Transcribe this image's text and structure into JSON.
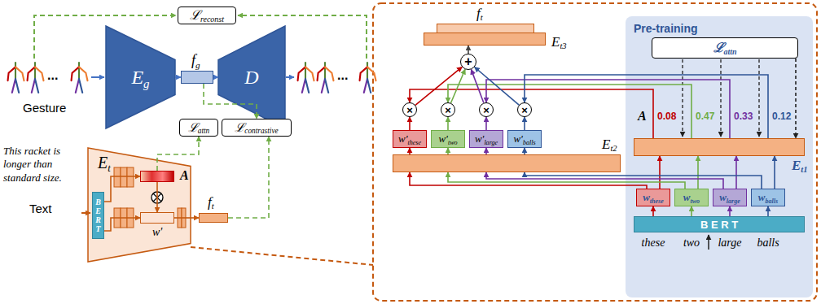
{
  "diagram": {
    "nodes": [
      {
        "text": [
          "ℒ",
          "reconst"
        ]
      },
      {
        "text": [
          "E",
          "g"
        ]
      },
      {
        "text": [
          "f",
          "g"
        ]
      },
      {
        "text": [
          "D"
        ]
      },
      {
        "text": [
          "ℒ",
          "attn"
        ]
      },
      {
        "text": [
          "ℒ",
          "contrastive"
        ]
      },
      {
        "text": [
          "E",
          "t"
        ]
      },
      {
        "text": [
          "BERT"
        ],
        "in": 6
      },
      {
        "text": [
          "A"
        ],
        "in": 6
      },
      {
        "text": [
          "w'"
        ],
        "in": 6
      },
      {
        "text": [
          "f",
          "t"
        ]
      },
      {
        "text": [
          "f",
          "t",
          "E",
          "t3"
        ]
      },
      {
        "text": [
          "+"
        ]
      },
      {
        "text": [
          "×"
        ]
      },
      {
        "text": [
          "×"
        ]
      },
      {
        "text": [
          "×"
        ]
      },
      {
        "text": [
          "×"
        ]
      },
      {
        "text": [
          "w'",
          "these"
        ]
      },
      {
        "text": [
          "w'",
          "two"
        ]
      },
      {
        "text": [
          "w'",
          "large"
        ]
      },
      {
        "text": [
          "w'",
          "balls"
        ]
      },
      {
        "text": [
          "E",
          "t2"
        ]
      },
      {
        "text": [
          "Pre-training"
        ]
      },
      {
        "text": [
          "ℒ",
          "attn"
        ],
        "in": 22
      },
      {
        "text": [
          "E",
          "t1"
        ],
        "in": 22
      },
      {
        "text": [
          "w",
          "these"
        ],
        "in": 22
      },
      {
        "text": [
          "w",
          "two"
        ],
        "in": 22
      },
      {
        "text": [
          "w",
          "large"
        ],
        "in": 22
      },
      {
        "text": [
          "w",
          "balls"
        ],
        "in": 22
      },
      {
        "text": [
          "B E R T"
        ],
        "in": 22
      }
    ],
    "edges": [
      {
        "from": 1,
        "to": 2,
        "arrow": "to"
      },
      {
        "from": 2,
        "to": 3,
        "arrow": "to"
      },
      {
        "from": 2,
        "to": 5,
        "arrow": "to"
      },
      {
        "from": 8,
        "to": 4,
        "arrow": "to"
      },
      {
        "from": 10,
        "to": 5,
        "arrow": "to"
      },
      {
        "from": 7,
        "to": 8,
        "arrow": "to"
      },
      {
        "from": 7,
        "to": 9,
        "arrow": "to"
      },
      {
        "from": 8,
        "to": 9,
        "arrow": "to"
      },
      {
        "from": 9,
        "to": 10,
        "arrow": "to"
      },
      {
        "from": 29,
        "to": 25,
        "arrow": "to"
      },
      {
        "from": 29,
        "to": 26,
        "arrow": "to"
      },
      {
        "from": 29,
        "to": 27,
        "arrow": "to"
      },
      {
        "from": 29,
        "to": 28,
        "arrow": "to"
      },
      {
        "from": 25,
        "to": 24,
        "arrow": "to"
      },
      {
        "from": 26,
        "to": 24,
        "arrow": "to"
      },
      {
        "from": 27,
        "to": 24,
        "arrow": "to"
      },
      {
        "from": 28,
        "to": 24,
        "arrow": "to"
      },
      {
        "from": 23,
        "to": 24,
        "arrow": "to"
      },
      {
        "from": 24,
        "to": 13,
        "arrow": "to"
      },
      {
        "from": 24,
        "to": 14,
        "arrow": "to"
      },
      {
        "from": 24,
        "to": 15,
        "arrow": "to"
      },
      {
        "from": 24,
        "to": 16,
        "arrow": "to"
      },
      {
        "from": 25,
        "to": 21,
        "arrow": "to"
      },
      {
        "from": 26,
        "to": 21,
        "arrow": "to"
      },
      {
        "from": 27,
        "to": 21,
        "arrow": "to"
      },
      {
        "from": 28,
        "to": 21,
        "arrow": "to"
      },
      {
        "from": 21,
        "to": 17,
        "arrow": "to"
      },
      {
        "from": 21,
        "to": 18,
        "arrow": "to"
      },
      {
        "from": 21,
        "to": 19,
        "arrow": "to"
      },
      {
        "from": 21,
        "to": 20,
        "arrow": "to"
      },
      {
        "from": 17,
        "to": 13,
        "arrow": "to"
      },
      {
        "from": 18,
        "to": 14,
        "arrow": "to"
      },
      {
        "from": 19,
        "to": 15,
        "arrow": "to"
      },
      {
        "from": 20,
        "to": 16,
        "arrow": "to"
      },
      {
        "from": 13,
        "to": 12,
        "arrow": "to"
      },
      {
        "from": 14,
        "to": 12,
        "arrow": "to"
      },
      {
        "from": 15,
        "to": 12,
        "arrow": "to"
      },
      {
        "from": 16,
        "to": 12,
        "arrow": "to"
      },
      {
        "from": 12,
        "to": 11,
        "arrow": "to"
      }
    ],
    "labels": [
      "Gesture",
      "...",
      "...",
      "This racket is longer than standard size.",
      "Text",
      "A",
      "0.08",
      "0.47",
      "0.33",
      "0.12",
      "these",
      "two",
      "large",
      "balls"
    ]
  }
}
